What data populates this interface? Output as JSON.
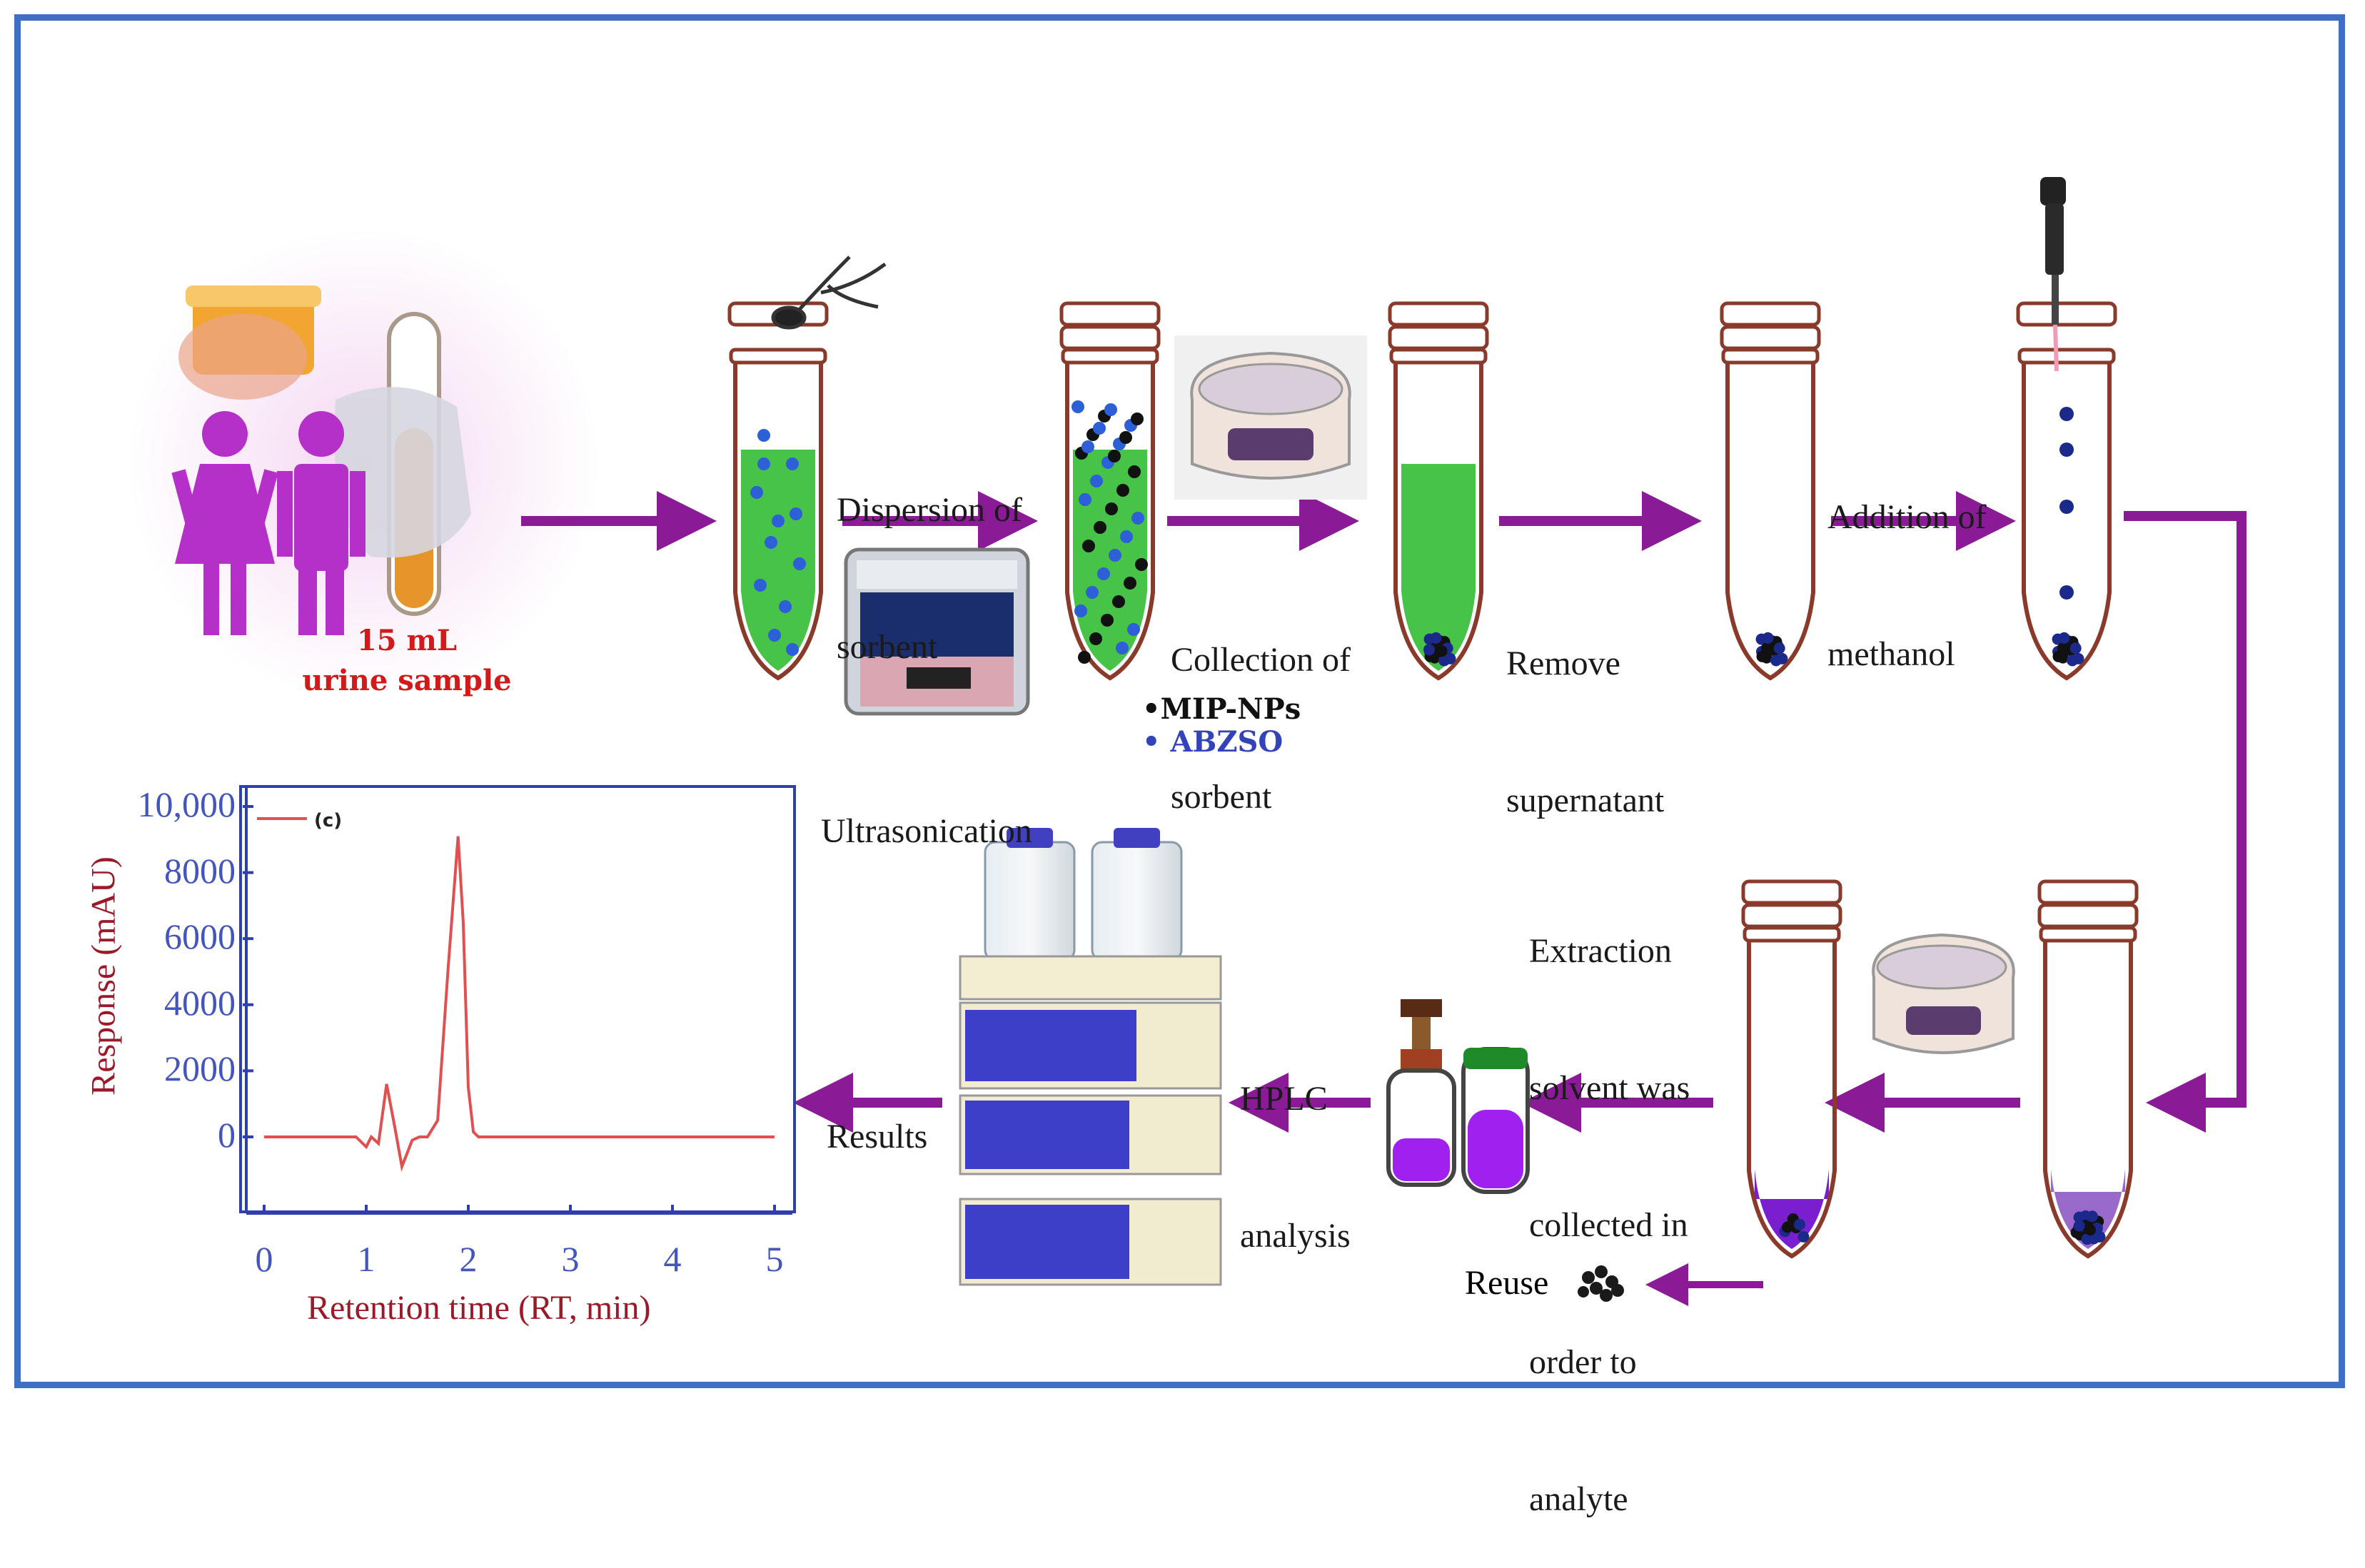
{
  "steps": {
    "sample_volume": "15 mL",
    "sample_name": "urine sample",
    "dispersion_line1": "Dispersion of",
    "dispersion_line2": "sorbent",
    "ultrasonication": "Ultrasonication",
    "collection_line1": "Collection of",
    "collection_line2": "sorbent",
    "remove_line1": "Remove",
    "remove_line2": "supernatant",
    "addition_line1": "Addition of",
    "addition_line2": "methanol",
    "extraction_line1": "Extraction",
    "extraction_line2": "solvent was",
    "extraction_line3": "collected in",
    "extraction_line4": "order to",
    "extraction_line5": "analyte",
    "hplc_line1": "HPLC",
    "hplc_line2": "analysis",
    "results": "Results",
    "reuse": "Reuse"
  },
  "legend": {
    "mip": "•MIP-NPs",
    "abzso": "• ABZSO"
  },
  "colors": {
    "arrow": "#8a1a96",
    "frame": "#3f6fc4",
    "green_solution": "#3fbf3f",
    "purple_solution": "#a020f0",
    "chart_line": "#e05050",
    "tick_text": "#4455bb",
    "axis_title": "#9b1a2a"
  },
  "chart_data": {
    "type": "line",
    "xlabel": "Retention time (RT, min)",
    "ylabel": "Response (mAU)",
    "xlim": [
      0,
      5
    ],
    "ylim": [
      -800,
      10000
    ],
    "x_ticks": [
      "0",
      "1",
      "2",
      "3",
      "4",
      "5"
    ],
    "y_ticks": [
      "10,000",
      "8000",
      "6000",
      "4000",
      "2000",
      "0"
    ],
    "y_tick_values": [
      10000,
      8000,
      6000,
      4000,
      2000,
      0
    ],
    "series": [
      {
        "name": "(c)",
        "x": [
          0,
          0.9,
          1.0,
          1.05,
          1.12,
          1.2,
          1.28,
          1.35,
          1.45,
          1.52,
          1.6,
          1.7,
          1.8,
          1.9,
          1.95,
          2.0,
          2.05,
          2.1,
          2.15,
          2.2,
          2.3,
          2.5,
          3.0,
          4.0,
          5.0
        ],
        "y": [
          0,
          0,
          -300,
          0,
          -200,
          1600,
          300,
          -900,
          -100,
          0,
          0,
          500,
          5000,
          9100,
          6500,
          1500,
          150,
          0,
          0,
          0,
          0,
          0,
          0,
          0,
          0
        ]
      }
    ]
  }
}
